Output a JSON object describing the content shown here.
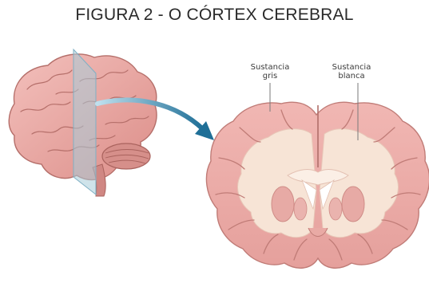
{
  "figure": {
    "title": "FIGURA 2 - O CÓRTEX CEREBRAL"
  },
  "labels": {
    "gray_matter": "Sustancia\ngris",
    "white_matter": "Sustancia\nblanca"
  },
  "colors": {
    "gray_matter": "#e8a7a4",
    "gray_matter_dark": "#c97873",
    "white_matter": "#f7e4d6",
    "section_plane": "#a8ccd8",
    "arrow": "#1f6f97",
    "text": "#2a2a2a"
  }
}
